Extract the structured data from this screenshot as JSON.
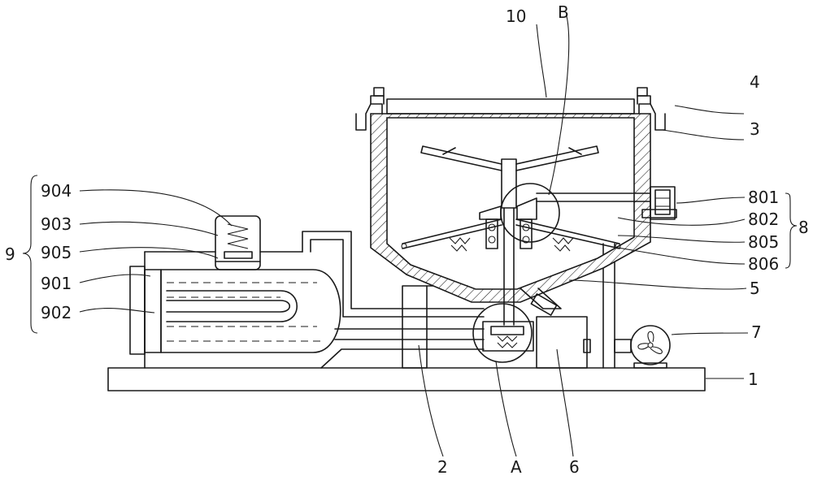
{
  "labels": {
    "l10": "10",
    "lB": "B",
    "l4": "4",
    "l3": "3",
    "l801": "801",
    "l802": "802",
    "l805": "805",
    "l806": "806",
    "l8": "8",
    "l5": "5",
    "l7": "7",
    "l1": "1",
    "l2": "2",
    "lA": "A",
    "l6": "6",
    "l904": "904",
    "l903": "903",
    "l905": "905",
    "l901": "901",
    "l902": "902",
    "l9": "9"
  }
}
